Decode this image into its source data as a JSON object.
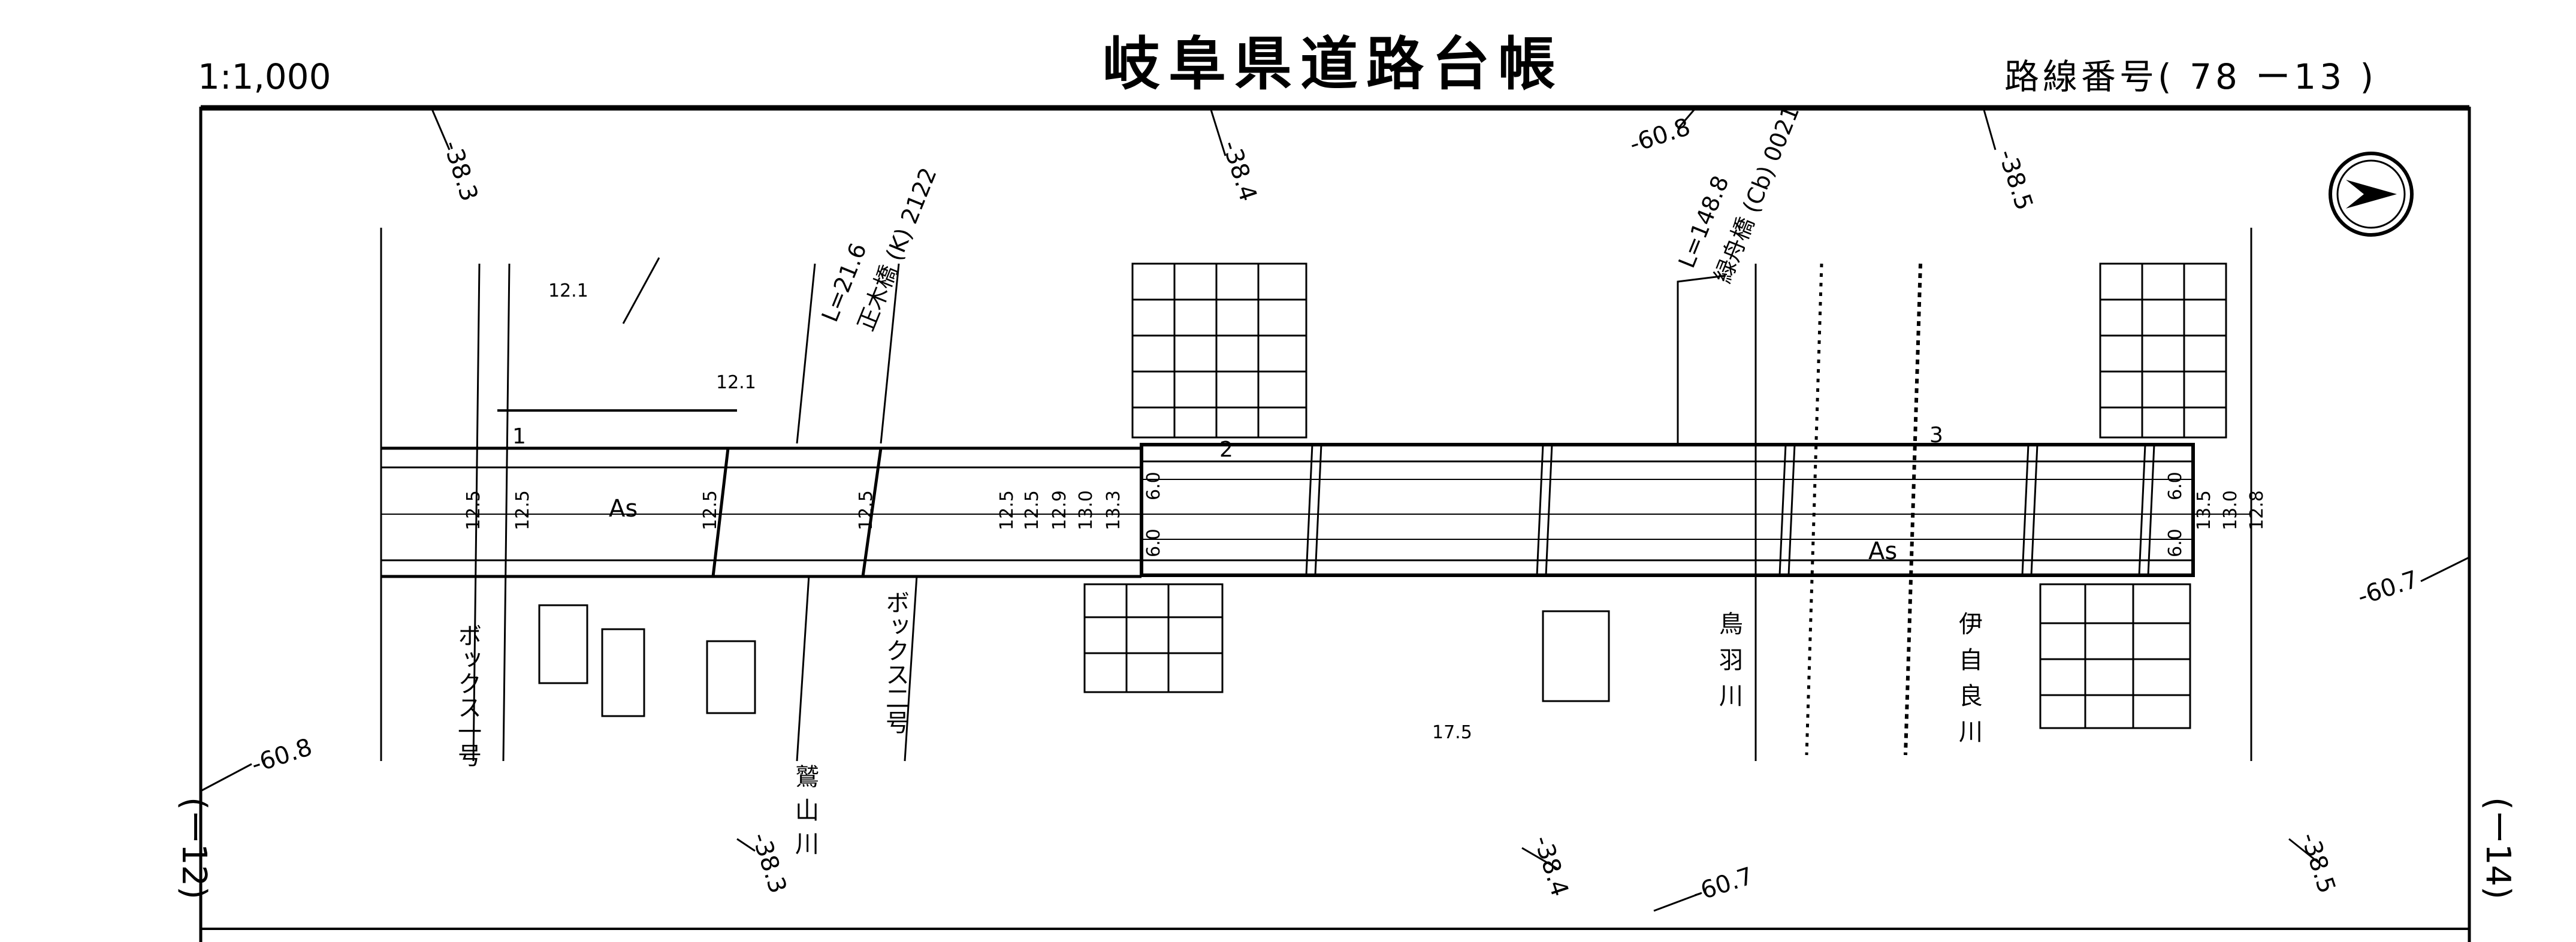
{
  "header": {
    "scale": "1:1,000",
    "title": "岐阜県道路台帳",
    "route_number": "路線番号( 78 ー13 )"
  },
  "side_labels": {
    "left_sheet": "(ー12)",
    "right_sheet": "(ー14)"
  },
  "elevation_labels": [
    "-38.3",
    "-38.4",
    "-60.8",
    "-38.5",
    "-60.7",
    "-60.8",
    "-38.3",
    "-38.4",
    "-60.7",
    "-38.5"
  ],
  "bridges": [
    {
      "length": "L=21.6",
      "name": "正木橋 (K) 2122"
    },
    {
      "length": "L=148.8",
      "name": "緑舟橋 (Cb) 0021"
    }
  ],
  "pavement": [
    "As",
    "As"
  ],
  "section_numbers": [
    "1",
    "2",
    "3"
  ],
  "widths_left": [
    "12.5",
    "12.5",
    "12.5",
    "12.5",
    "12.5",
    "12.5",
    "12.9",
    "13.0",
    "13.3",
    "6.0",
    "6.0"
  ],
  "widths_right": [
    "6.0",
    "6.0",
    "13.5",
    "13.0",
    "12.8"
  ],
  "misc_numbers": [
    "12.1",
    "12.1",
    "17.5"
  ],
  "waterways": [
    "ボックス一号",
    "ボックス二号",
    "鷲山川",
    "鳥羽川",
    "伊自良川"
  ],
  "colors": {
    "ink": "#000000",
    "paper": "#ffffff"
  }
}
